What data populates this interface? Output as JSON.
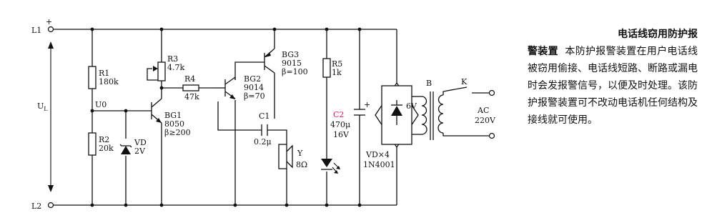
{
  "diagram": {
    "terminals": {
      "l1": "L1",
      "l1_polarity": "+",
      "l2": "L2",
      "ul": "U",
      "ul_sub": "L",
      "u0": "U0"
    },
    "resistors": {
      "r1": {
        "name": "R1",
        "value": "180k"
      },
      "r2": {
        "name": "R2",
        "value": "20k"
      },
      "r3": {
        "name": "R3",
        "value": "4.7k"
      },
      "r4": {
        "name": "R4",
        "value": "47k"
      },
      "r5": {
        "name": "R5",
        "value": "1k"
      }
    },
    "zener": {
      "name": "VD",
      "value": "2V"
    },
    "transistors": {
      "bg1": {
        "name": "BG1",
        "model": "8050",
        "beta": "β≥200"
      },
      "bg2": {
        "name": "BG2",
        "model": "9014",
        "beta": "β=70"
      },
      "bg3": {
        "name": "BG3",
        "model": "9015",
        "beta": "β=100"
      }
    },
    "c1": {
      "name": "C1",
      "value": "0.2μ"
    },
    "speaker": {
      "name": "Y",
      "value": "8Ω"
    },
    "c2": {
      "name": "C2",
      "value": "470μ",
      "voltage": "16V",
      "polarity": "+"
    },
    "bridge": {
      "name": "VD×4",
      "model": "1N4001"
    },
    "transformer": {
      "name": "B",
      "secondary": "6V"
    },
    "switch": {
      "name": "K"
    },
    "ac": {
      "label": "AC",
      "voltage": "220V"
    }
  },
  "article": {
    "title_line1": "电话线窃用防护报",
    "title_line2": "警装置",
    "body": "本防护报警装置在用户电话线被窃用偷接、电话线短路、断路或漏电时会发报警信号，以便及时处理。该防护报警装置可不改动电话机任何结构及接线就可使用。"
  }
}
